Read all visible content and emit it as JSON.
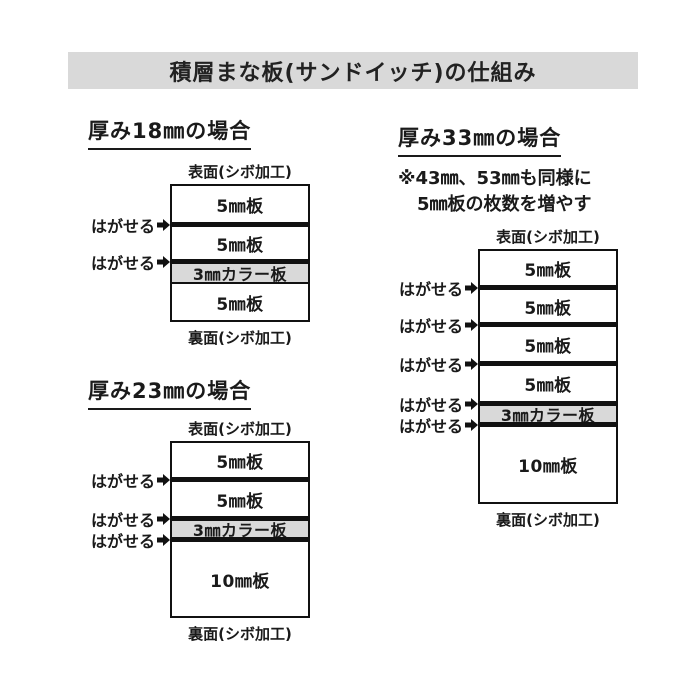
{
  "title": "積層まな板(サンドイッチ)の仕組み",
  "labels": {
    "peel": "はがせる",
    "front": "表面(シボ加工)",
    "back": "裏面(シボ加工)"
  },
  "colors": {
    "title_bar_bg": "#d9d9d9",
    "color_board_bg": "#d9d9d9",
    "line": "#111111"
  },
  "diagrams": [
    {
      "heading": "厚み18㎜の場合",
      "layers": [
        {
          "label": "5㎜板"
        },
        {
          "label": "5㎜板"
        },
        {
          "label": "3㎜カラー板"
        },
        {
          "label": "5㎜板"
        }
      ]
    },
    {
      "heading": "厚み23㎜の場合",
      "layers": [
        {
          "label": "5㎜板"
        },
        {
          "label": "5㎜板"
        },
        {
          "label": "3㎜カラー板"
        },
        {
          "label": "10㎜板"
        }
      ]
    },
    {
      "heading": "厚み33㎜の場合",
      "note_lines": [
        "※43㎜、53㎜も同様に",
        "5㎜板の枚数を増やす"
      ],
      "layers": [
        {
          "label": "5㎜板"
        },
        {
          "label": "5㎜板"
        },
        {
          "label": "5㎜板"
        },
        {
          "label": "5㎜板"
        },
        {
          "label": "3㎜カラー板"
        },
        {
          "label": "10㎜板"
        }
      ]
    }
  ]
}
